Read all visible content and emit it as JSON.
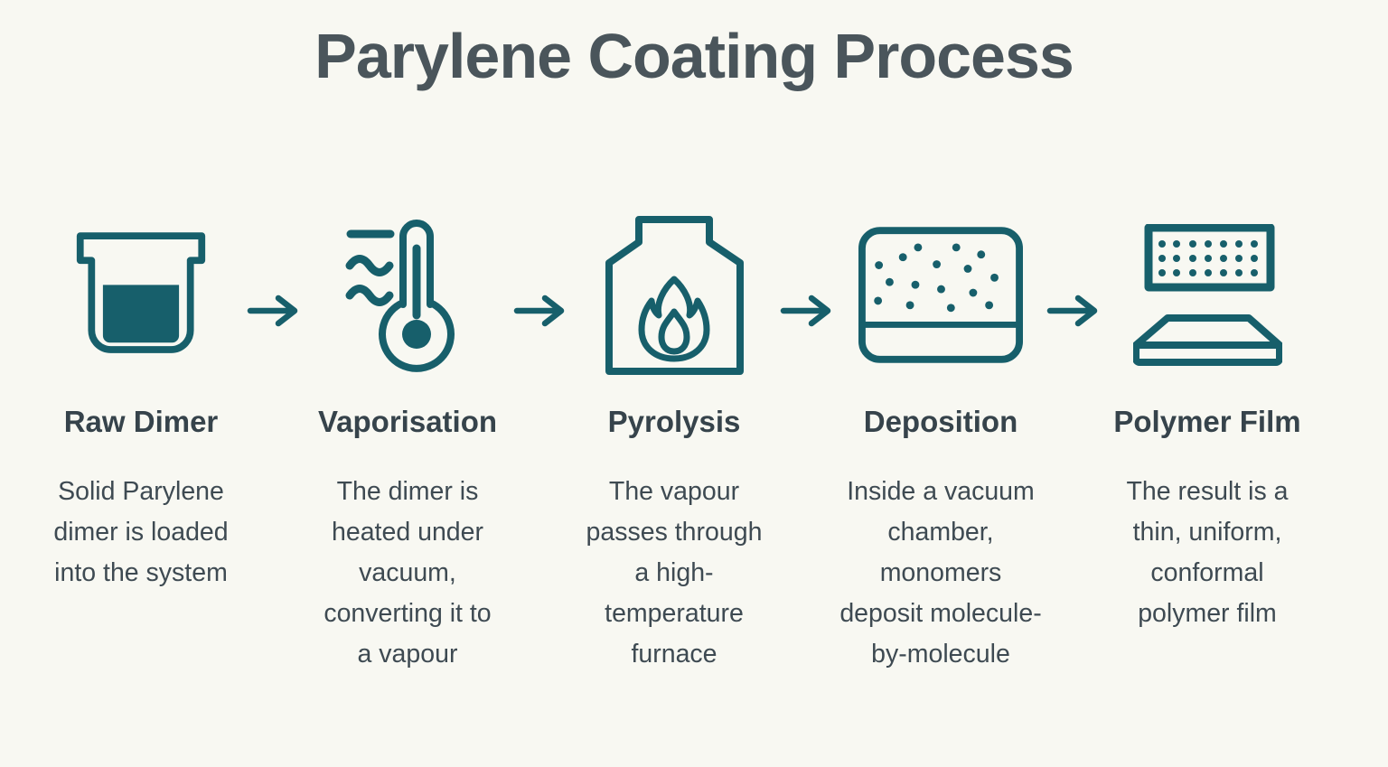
{
  "title": "Parylene Coating Process",
  "colors": {
    "accent_teal": "#175f6b",
    "background": "#f8f8f2",
    "title_text": "#4a555b",
    "step_title_text": "#36434b",
    "description_text": "#3e4a52"
  },
  "steps": [
    {
      "icon": "beaker-icon",
      "title": "Raw Dimer",
      "description": "Solid Parylene\ndimer is loaded\ninto the system"
    },
    {
      "icon": "thermometer-heat-icon",
      "title": "Vaporisation",
      "description": "The dimer is\nheated under\nvacuum,\nconverting it to\na vapour"
    },
    {
      "icon": "furnace-flame-icon",
      "title": "Pyrolysis",
      "description": "The vapour\npasses through\na high-\ntemperature\nfurnace"
    },
    {
      "icon": "vacuum-chamber-icon",
      "title": "Deposition",
      "description": "Inside a vacuum\nchamber,\nmonomers\ndeposit molecule-\nby-molecule"
    },
    {
      "icon": "polymer-film-icon",
      "title": "Polymer Film",
      "description": "The result is a\nthin, uniform,\nconformal\npolymer film"
    }
  ],
  "connector": {
    "icon": "right-arrow-icon"
  }
}
